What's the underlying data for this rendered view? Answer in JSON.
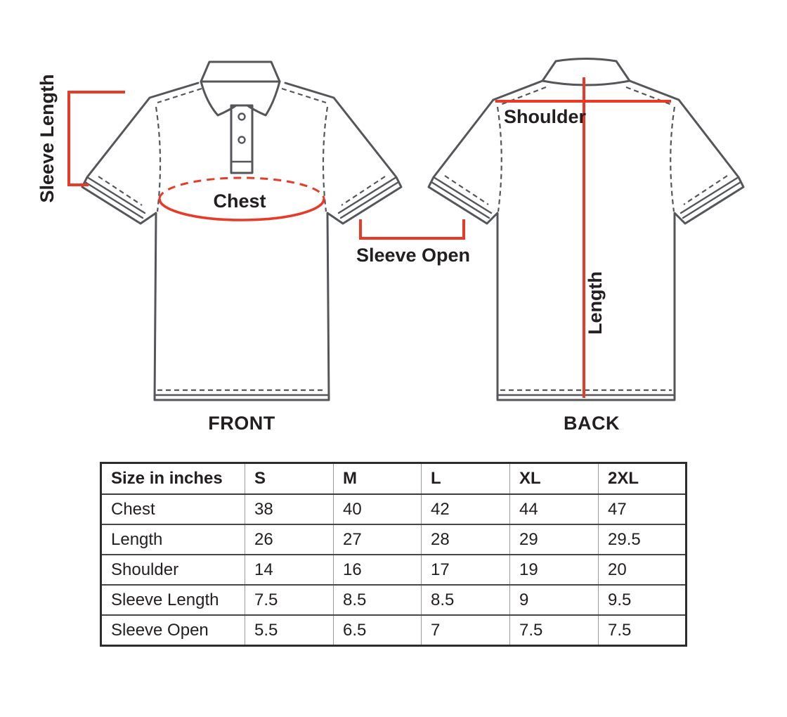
{
  "diagram": {
    "front_caption": "FRONT",
    "back_caption": "BACK",
    "labels": {
      "sleeve_length": "Sleeve Length",
      "chest": "Chest",
      "sleeve_open": "Sleeve Open",
      "shoulder": "Shoulder",
      "length": "Length"
    }
  },
  "table": {
    "header": [
      "Size in inches",
      "S",
      "M",
      "L",
      "XL",
      "2XL"
    ],
    "rows": [
      {
        "label": "Chest",
        "values": [
          "38",
          "40",
          "42",
          "44",
          "47"
        ]
      },
      {
        "label": "Length",
        "values": [
          "26",
          "27",
          "28",
          "29",
          "29.5"
        ]
      },
      {
        "label": "Shoulder",
        "values": [
          "14",
          "16",
          "17",
          "19",
          "20"
        ]
      },
      {
        "label": "Sleeve Length",
        "values": [
          "7.5",
          "8.5",
          "8.5",
          "9",
          "9.5"
        ]
      },
      {
        "label": "Sleeve Open",
        "values": [
          "5.5",
          "6.5",
          "7",
          "7.5",
          "7.5"
        ]
      }
    ]
  },
  "colors": {
    "accent_red": "#e93a28",
    "outline_gray": "#54565a",
    "text_dark": "#231f20"
  }
}
